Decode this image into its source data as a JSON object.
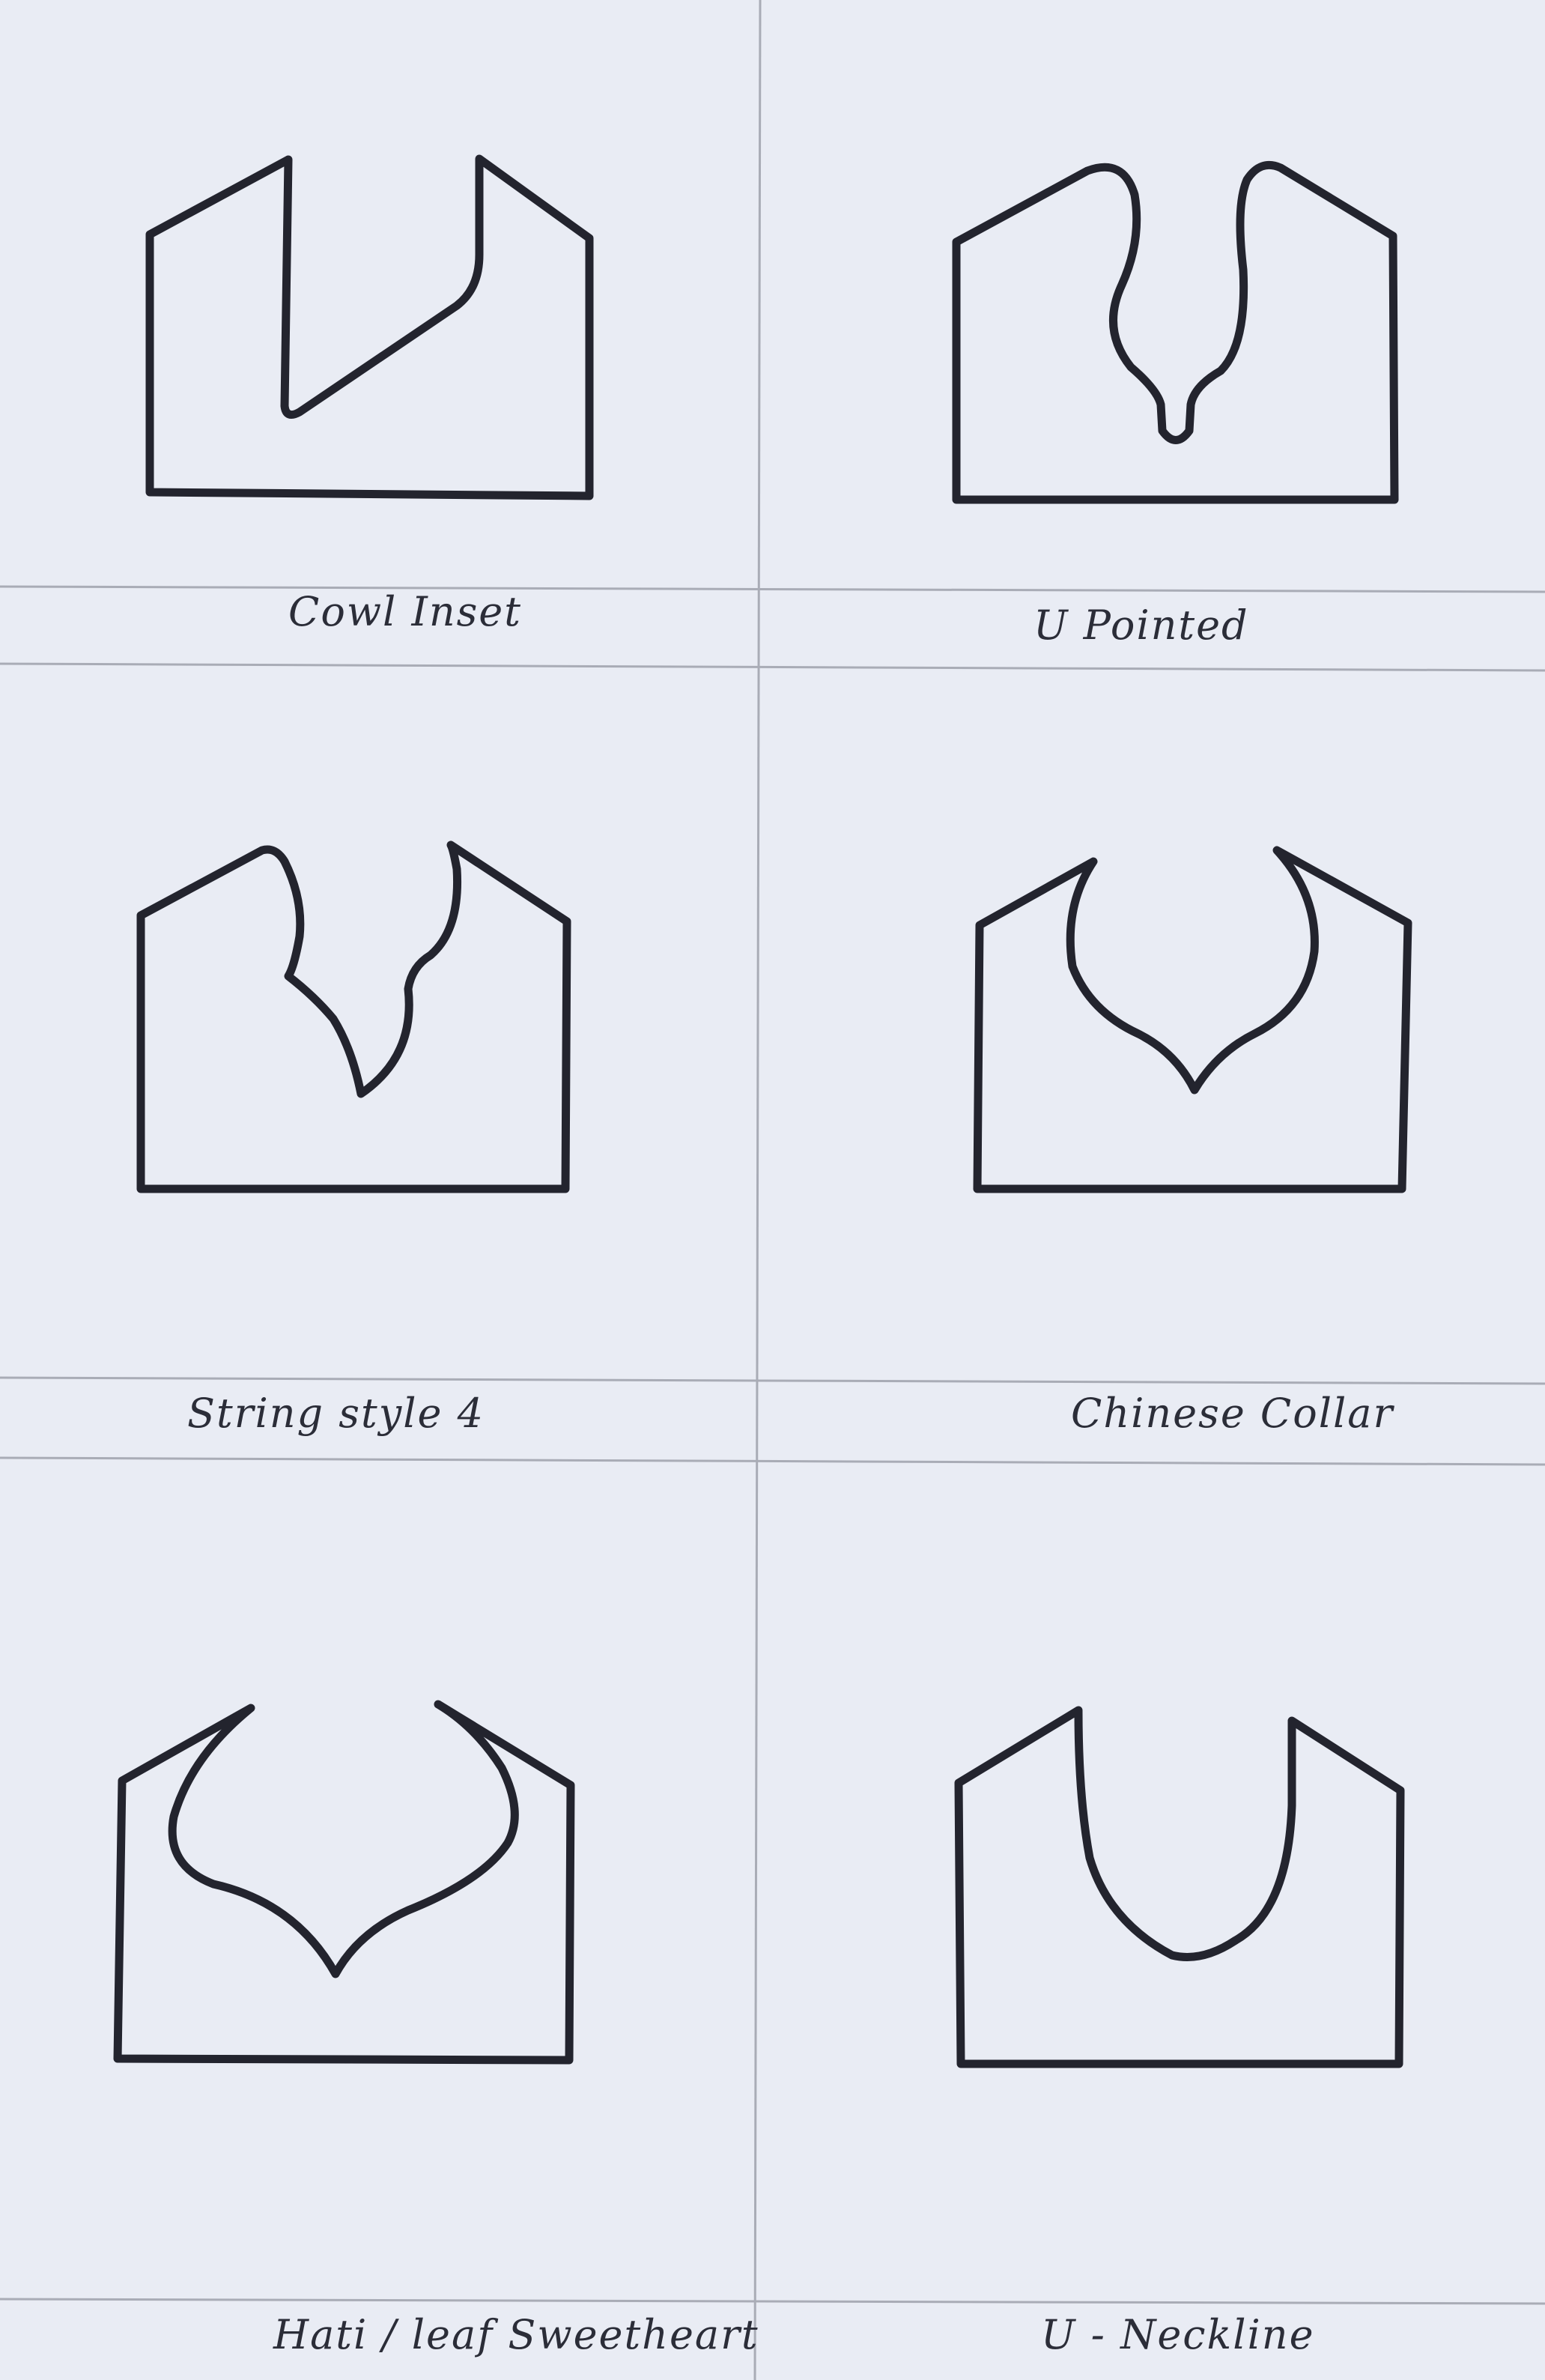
{
  "labels": {
    "cell_1": "Cowl Inset",
    "cell_2": "U Pointed",
    "cell_3": "String style 4",
    "cell_4": "Chinese Collar",
    "cell_5": "Hati / leaf Sweetheart",
    "cell_6": "U - Neckline"
  },
  "colors": {
    "paper": "#e9ecf4",
    "ink": "#23242e",
    "ruling": "#a9acb6"
  }
}
